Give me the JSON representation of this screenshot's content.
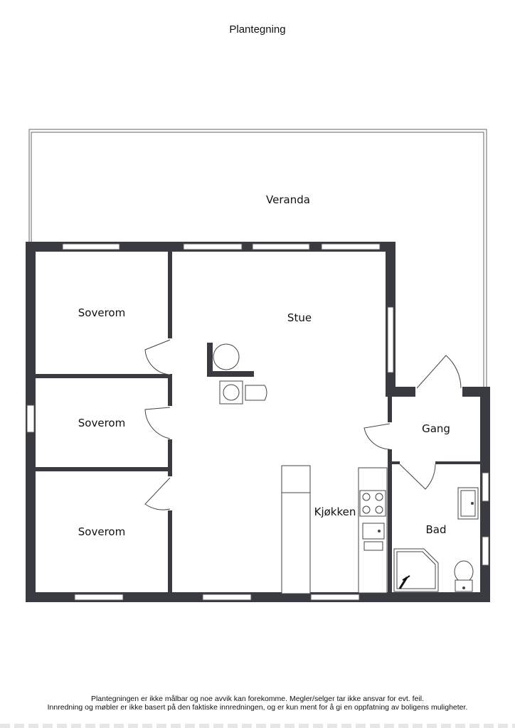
{
  "page": {
    "title": "Plantegning"
  },
  "rooms": {
    "veranda": "Veranda",
    "stue": "Stue",
    "soverom_1": "Soverom",
    "soverom_2": "Soverom",
    "soverom_3": "Soverom",
    "gang": "Gang",
    "kjokken": "Kjøkken",
    "bad": "Bad"
  },
  "disclaimer": {
    "line1": "Plantegningen er ikke målbar og noe avvik kan forekomme. Megler/selger tar ikke ansvar for evt. feil.",
    "line2": "Innredning og møbler er ikke basert på den faktiske innredningen, og er kun ment for å gi en oppfatning av boligens muligheter."
  },
  "colors": {
    "wall": "#3a3b40",
    "line": "#555555"
  }
}
